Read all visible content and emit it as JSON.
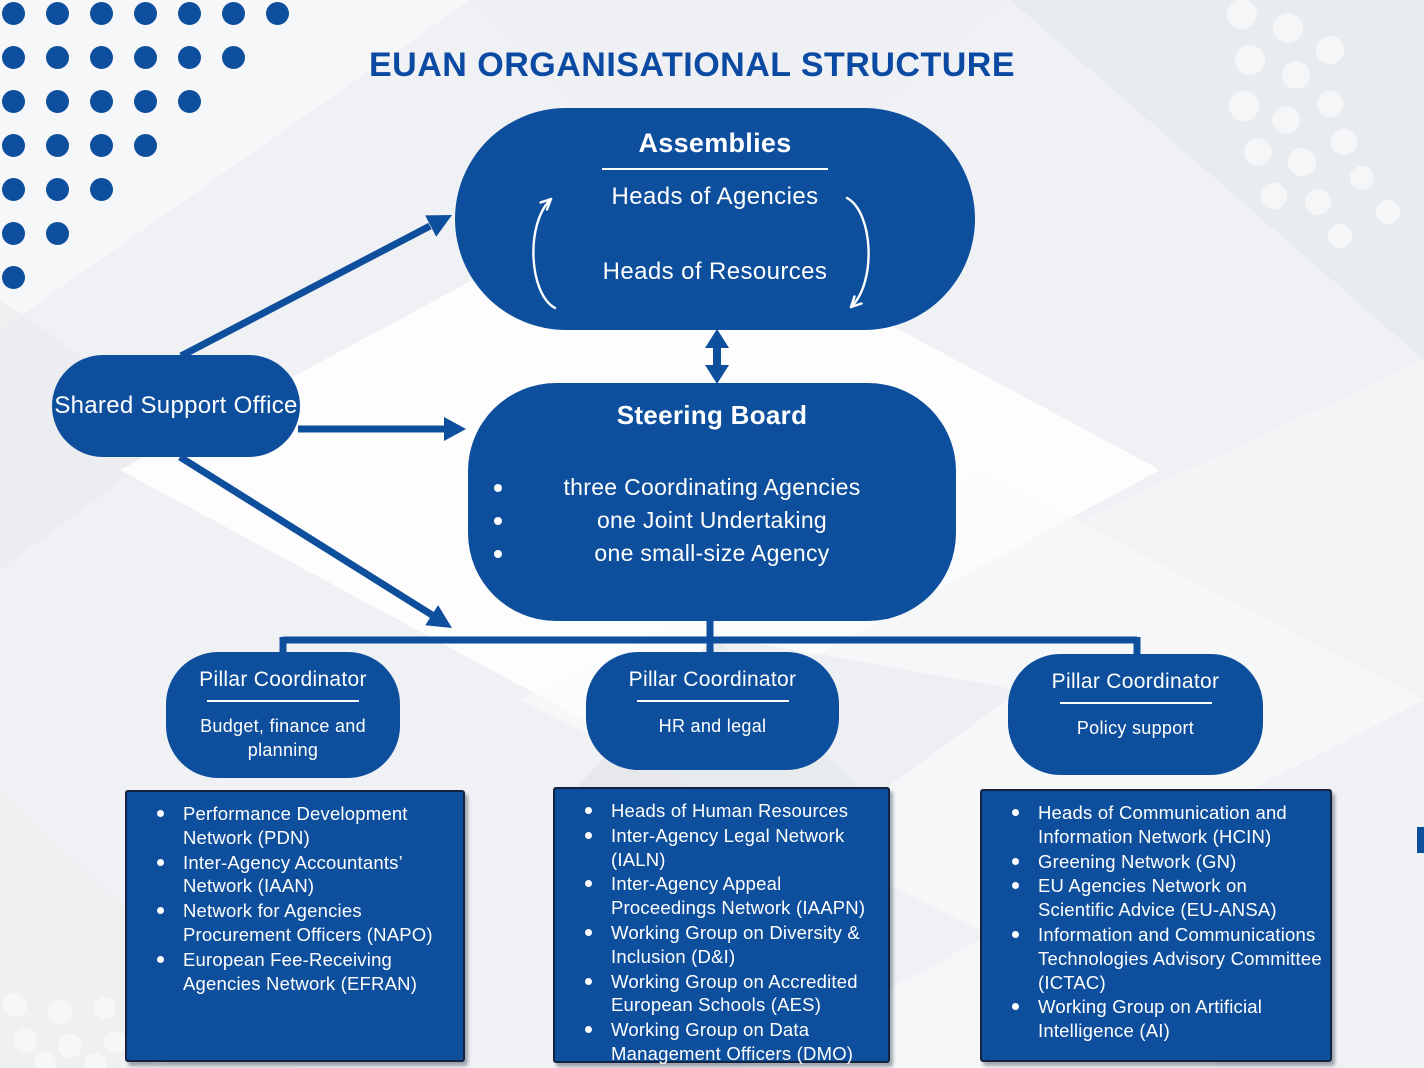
{
  "title": "EUAN ORGANISATIONAL STRUCTURE",
  "colors": {
    "primary_blue": "#0E4F9D",
    "title_blue": "#0B4AA3",
    "list_border": "#122440",
    "background": "#F0F1F4",
    "text_on_blue": "#FFFFFF"
  },
  "assemblies": {
    "title": "Assemblies",
    "members": [
      "Heads of Agencies",
      "Heads of Resources"
    ]
  },
  "shared_support_office": {
    "label": "Shared Support Office"
  },
  "steering_board": {
    "title": "Steering Board",
    "members": [
      "three Coordinating Agencies",
      "one Joint Undertaking",
      "one small-size Agency"
    ]
  },
  "pillars": [
    {
      "title": "Pillar Coordinator",
      "subtitle": "Budget, finance and planning",
      "networks": [
        "Performance Development Network (PDN)",
        "Inter-Agency Accountants’ Network (IAAN)",
        "Network for Agencies Procurement Officers (NAPO)",
        "European Fee-Receiving Agencies Network (EFRAN)"
      ]
    },
    {
      "title": "Pillar Coordinator",
      "subtitle": "HR and legal",
      "networks": [
        "Heads of Human Resources",
        "Inter-Agency Legal Network (IALN)",
        "Inter-Agency Appeal Proceedings Network (IAAPN)",
        "Working Group on Diversity & Inclusion (D&I)",
        "Working Group on Accredited European Schools (AES)",
        "Working Group on Data Management Officers (DMO)"
      ]
    },
    {
      "title": "Pillar Coordinator",
      "subtitle": "Policy support",
      "networks": [
        "Heads of Communication and Information Network (HCIN)",
        "Greening Network (GN)",
        "EU Agencies Network on Scientific Advice (EU-ANSA)",
        "Information and Communications Technologies Advisory Committee (ICTAC)",
        "Working Group on Artificial Intelligence (AI)"
      ]
    }
  ],
  "decor": {
    "dot_rows": [
      7,
      6,
      5,
      4,
      3,
      2,
      1
    ]
  }
}
